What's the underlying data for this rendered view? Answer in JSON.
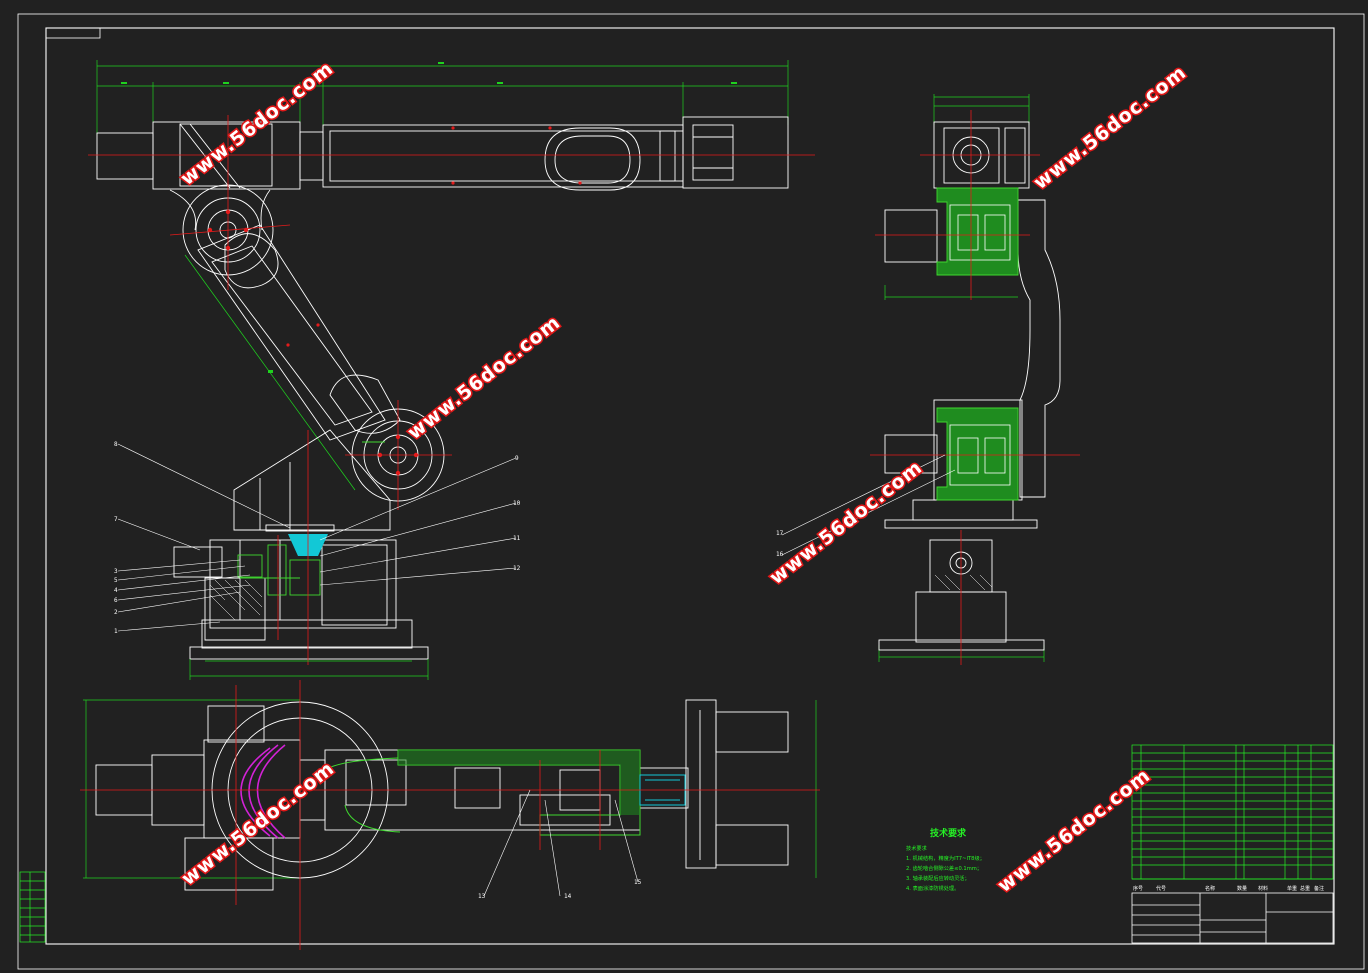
{
  "watermark": "www.56doc.com",
  "tech_requirements": {
    "title": "技术要求",
    "subtitle": "技术要求",
    "lines": [
      "1. 机械结构，精度为IT7~IT8级；",
      "2. 齿轮啮合侧隙公差≤0.1mm；",
      "3. 轴承装配后应转动灵活；",
      "4. 表面涂漆防锈处理。"
    ]
  },
  "part_labels": {
    "side_left": [
      "8",
      "7",
      "3",
      "5",
      "4",
      "6",
      "2",
      "1"
    ],
    "side_right": [
      "9",
      "10",
      "11",
      "12"
    ],
    "plan": [
      "13",
      "14",
      "15"
    ],
    "side_view": [
      "17",
      "16"
    ]
  },
  "title_block": {
    "header": [
      "序号",
      "代号",
      "名称",
      "数量",
      "材料",
      "单重",
      "总重",
      "备注"
    ]
  },
  "colors": {
    "background": "#212121",
    "line": "#ffffff",
    "centerline": "#e31b1b",
    "dimension": "#1fd21f",
    "section": "#3fd82f",
    "cyan": "#12c8d6",
    "magenta": "#d222d6"
  }
}
